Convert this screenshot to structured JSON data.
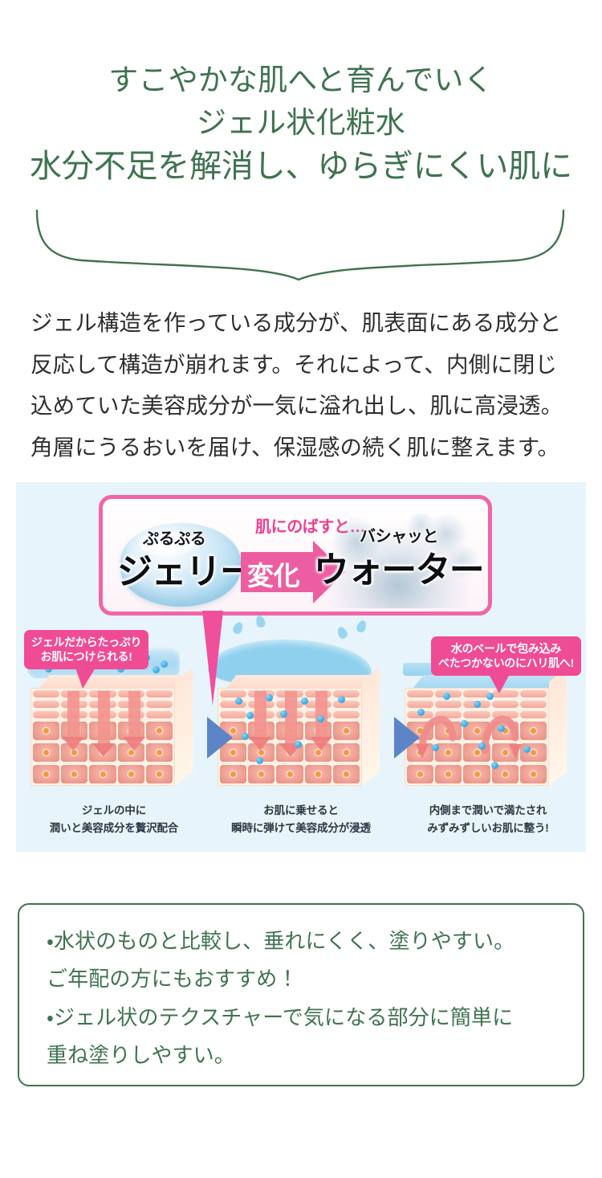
{
  "headline": {
    "line1": "すこやかな肌へと育んでいく",
    "line2": "ジェル状化粧水",
    "line3": "水分不足を解消し、ゆらぎにくい肌に",
    "color": "#3f7350"
  },
  "lead": {
    "line1": "ジェル構造を作っている成分が、肌表面にある成分と",
    "line2": "反応して構造が崩れます。それによって、内側に閉じ",
    "line3": "込めていた美容成分が一気に溢れ出し、肌に高浸透。",
    "line4": "角層にうるおいを届け、保湿感の続く肌に整えます。",
    "color": "#2e2e2e"
  },
  "illustration": {
    "background": "#e8f4fb",
    "banner": {
      "border_color": "#f165a8",
      "jelly_small_label": "ぷるぷる",
      "jelly_big_label": "ジェリー",
      "transition_note": "肌にのばすと…",
      "arrow_label": "変化",
      "arrow_color": "#ec5ea1",
      "water_small_label": "バシャッと",
      "water_big_label": "ウォーター"
    },
    "bubbles": {
      "left_line1": "ジェルだからたっぷり",
      "left_line2": "お肌につけられる!",
      "right_line1": "水のベールで包み込み",
      "right_line2": "べたつかないのにハリ肌へ!",
      "color": "#ef4c95"
    },
    "captions": [
      {
        "line1": "ジェルの中に",
        "line2": "潤いと美容成分を贅沢配合"
      },
      {
        "line1": "お肌に乗せると",
        "line2": "瞬時に弾けて美容成分が浸透"
      },
      {
        "line1": "内側まで潤いで満たされ",
        "line2": "みずみずしいお肌に整う!"
      }
    ],
    "separator_color": "#5b85c7"
  },
  "notebox": {
    "border_color": "#3f7350",
    "line1": "・水状のものと比較し、垂れにくく、塗りやすい。",
    "line2": "ご年配の方にもおすすめ！",
    "line3": "・ジェル状のテクスチャーで気になる部分に簡単に",
    "line4": "重ね塗りしやすい。"
  }
}
